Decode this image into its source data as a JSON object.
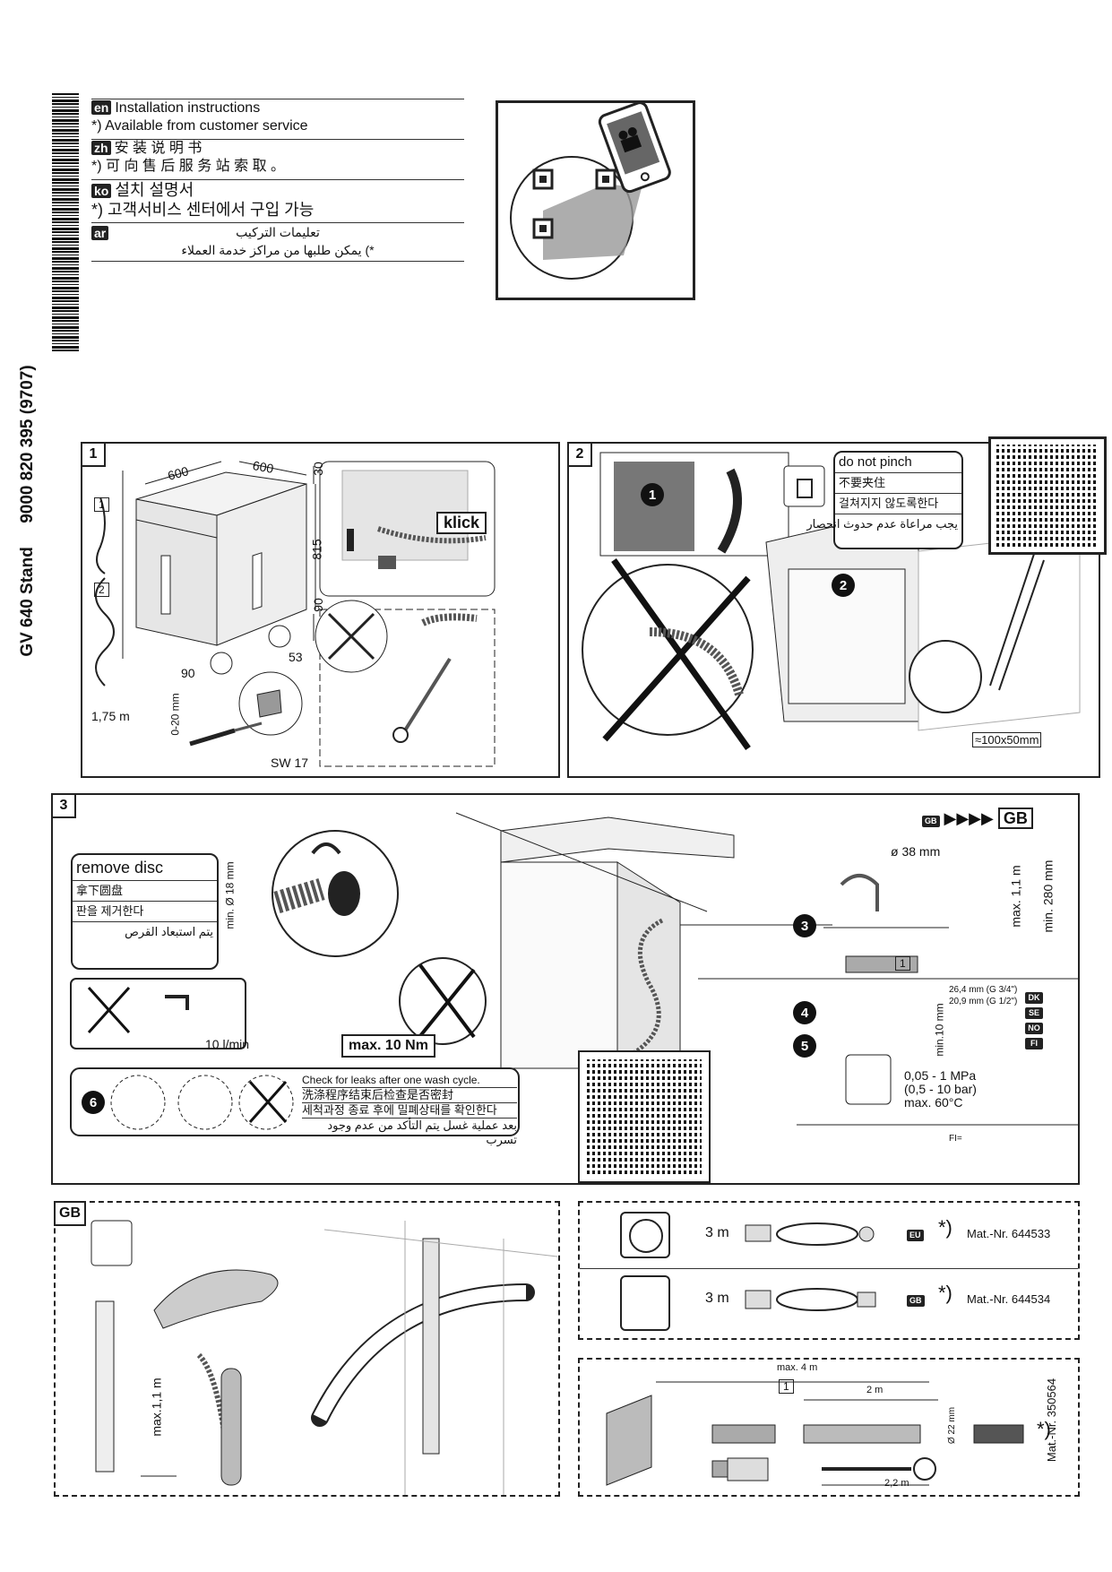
{
  "side_label": {
    "code": "9000 820 395 (9707)",
    "model": "GV 640 Stand"
  },
  "languages": [
    {
      "code": "en",
      "title": "Installation instructions",
      "note": "*) Available from customer service"
    },
    {
      "code": "zh",
      "title": "安 装 说 明 书",
      "note": "*) 可 向 售 后 服 务 站 索 取 。"
    },
    {
      "code": "ko",
      "title": "설치 설명서",
      "note": "*) 고객서비스 센터에서 구입 가능"
    },
    {
      "code": "ar",
      "title": "تعليمات التركيب",
      "note": "*) يمكن طلبها من مراكز خدمة العملاء"
    }
  ],
  "panel1": {
    "number": "1",
    "dims": {
      "width": "600",
      "depth": "600",
      "top": "30",
      "height": "815",
      "base": "90",
      "base2": "90",
      "angle": "53",
      "adjust": "0-20 mm"
    },
    "hose_length": "1,75 m",
    "wrench": "SW 17",
    "klick": "klick",
    "part1": "1",
    "part2": "2"
  },
  "panel2": {
    "number": "2",
    "sign": [
      "do not pinch",
      "不要夹住",
      "걸쳐지지 않도록한다",
      "يجب مراعاة عدم حدوث انحصار"
    ],
    "step1": "1",
    "step2": "2",
    "dimension": "≈100x50mm"
  },
  "panel3": {
    "number": "3",
    "remove_disc": [
      "remove disc",
      "拿下圆盘",
      "판을 제거한다",
      "يتم استبعاد القرص"
    ],
    "disc_dim": "min. Ø 18 mm",
    "flow": "10 l/min",
    "torque": "max. 10 Nm",
    "callouts": [
      "3",
      "4",
      "5"
    ],
    "leak_number": "6",
    "leak_text": [
      "Check for leaks after one wash cycle.",
      "洗涤程序结束后检查是否密封",
      "세척과정 종료 후에 밀폐상태를 확인한다",
      "بعد عملية غسل يتم التأكد من عدم وجود تسرب"
    ],
    "gb_label": "GB",
    "drain_dim": "ø 38 mm",
    "max_height": "max. 1,1 m",
    "min_height": "min. 280 mm",
    "part1": "1",
    "thread1": "26,4 mm (G 3/4\")",
    "thread2": "20,9 mm (G 1/2\")",
    "min10": "min.10 mm",
    "countries": [
      "DK",
      "SE",
      "NO",
      "FI"
    ],
    "pressure": [
      "0,05 - 1 MPa",
      "(0,5 - 10 bar)",
      "max. 60°C"
    ],
    "fi": "FI="
  },
  "gb_panel": {
    "label": "GB",
    "max_height": "max.1,1 m"
  },
  "cables": [
    {
      "length": "3 m",
      "region": "EU",
      "mat": "Mat.-Nr. 644533"
    },
    {
      "length": "3 m",
      "region": "GB",
      "mat": "Mat.-Nr. 644534"
    }
  ],
  "extension": {
    "max": "max. 4 m",
    "part": "1",
    "two_m": "2 m",
    "diameter": "Ø 22 mm",
    "two_two": "2,2 m",
    "mat": "Mat.-Nr. 350564"
  },
  "star": "*)"
}
